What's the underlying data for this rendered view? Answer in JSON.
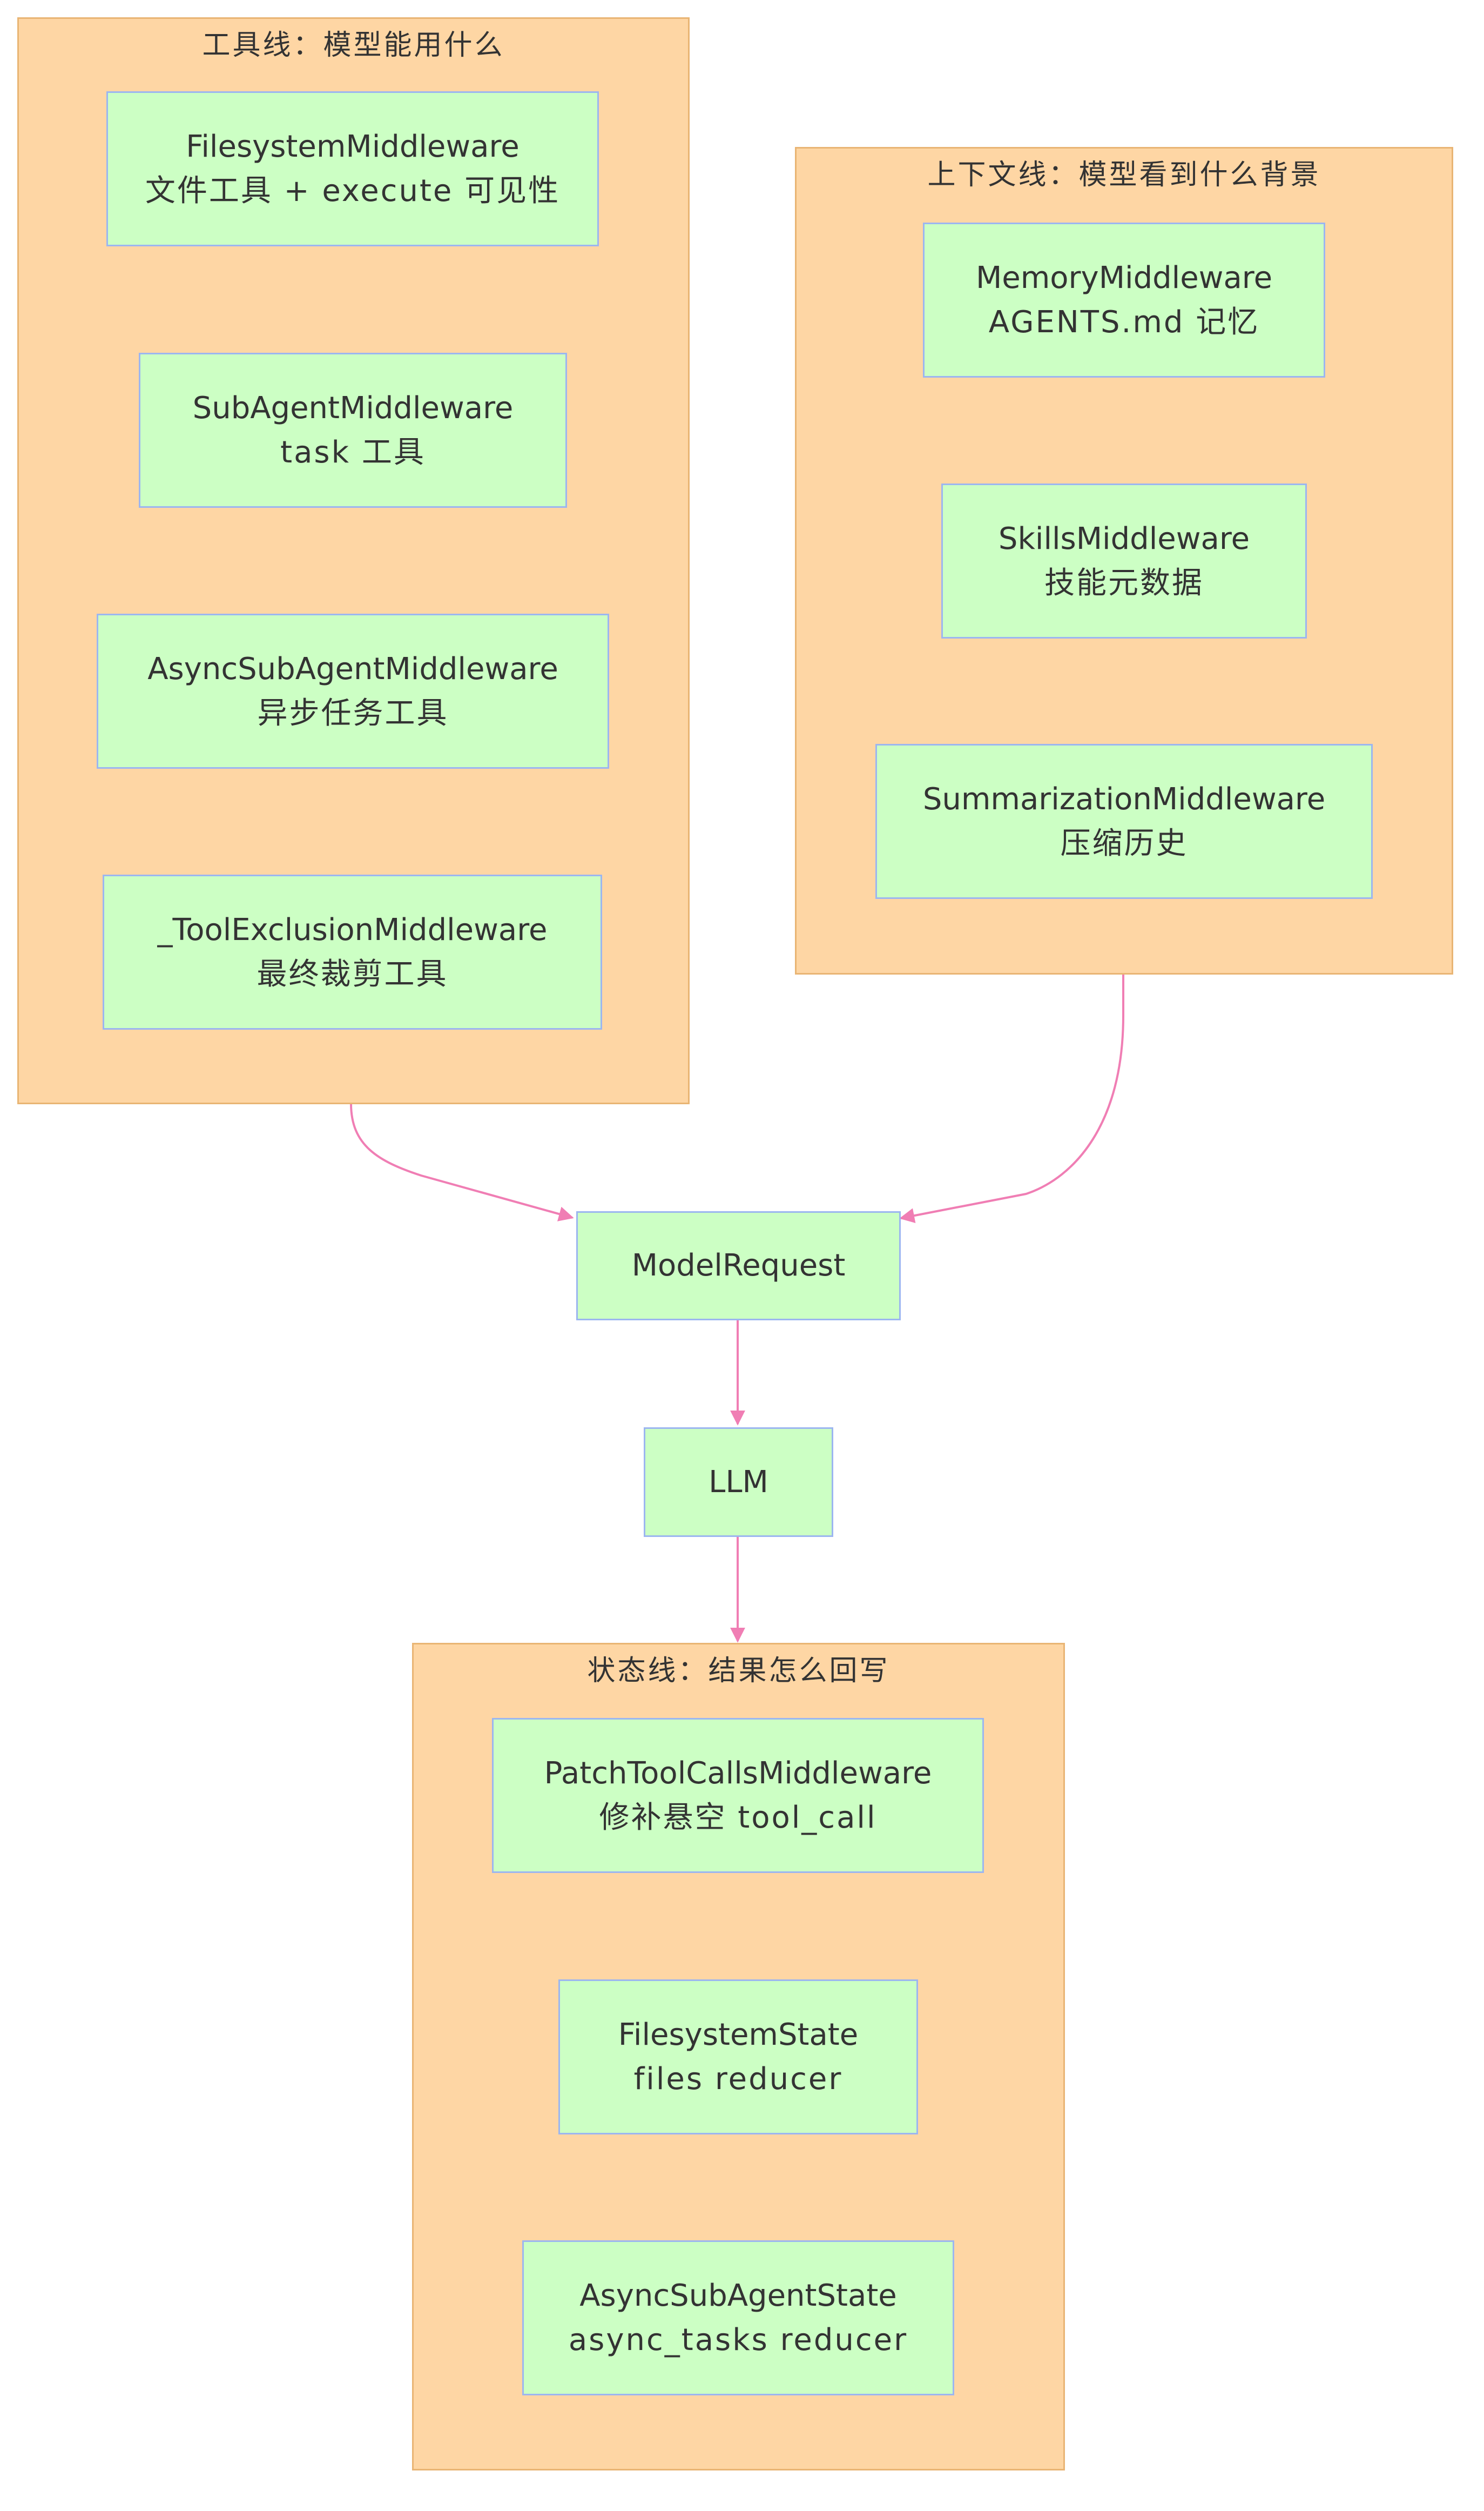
{
  "groups": {
    "tools": {
      "title": "工具线：模型能用什么"
    },
    "context": {
      "title": "上下文线：模型看到什么背景"
    },
    "state": {
      "title": "状态线：结果怎么回写"
    }
  },
  "nodes": {
    "filesystem_mw": {
      "line1": "FilesystemMiddleware",
      "line2": "文件工具 + execute 可见性"
    },
    "subagent_mw": {
      "line1": "SubAgentMiddleware",
      "line2": "task 工具"
    },
    "async_subagent_mw": {
      "line1": "AsyncSubAgentMiddleware",
      "line2": "异步任务工具"
    },
    "tool_exclusion_mw": {
      "line1": "_ToolExclusionMiddleware",
      "line2": "最终裁剪工具"
    },
    "memory_mw": {
      "line1": "MemoryMiddleware",
      "line2": "AGENTS.md 记忆"
    },
    "skills_mw": {
      "line1": "SkillsMiddleware",
      "line2": "技能元数据"
    },
    "summarization_mw": {
      "line1": "SummarizationMiddleware",
      "line2": "压缩历史"
    },
    "model_request": {
      "line1": "ModelRequest"
    },
    "llm": {
      "line1": "LLM"
    },
    "patch_tool_calls_mw": {
      "line1": "PatchToolCallsMiddleware",
      "line2": "修补悬空 tool_call"
    },
    "filesystem_state": {
      "line1": "FilesystemState",
      "line2": "files reducer"
    },
    "async_subagent_state": {
      "line1": "AsyncSubAgentState",
      "line2": "async_tasks reducer"
    }
  },
  "edges": [
    {
      "from": "tools",
      "to": "model_request"
    },
    {
      "from": "context",
      "to": "model_request"
    },
    {
      "from": "model_request",
      "to": "llm"
    },
    {
      "from": "llm",
      "to": "state"
    }
  ],
  "colors": {
    "group_fill": "#fed6a4",
    "group_border": "#e9b574",
    "node_fill": "#ccffc4",
    "node_border": "#9cb6f0",
    "edge": "#f07eb4",
    "text": "#333333"
  }
}
